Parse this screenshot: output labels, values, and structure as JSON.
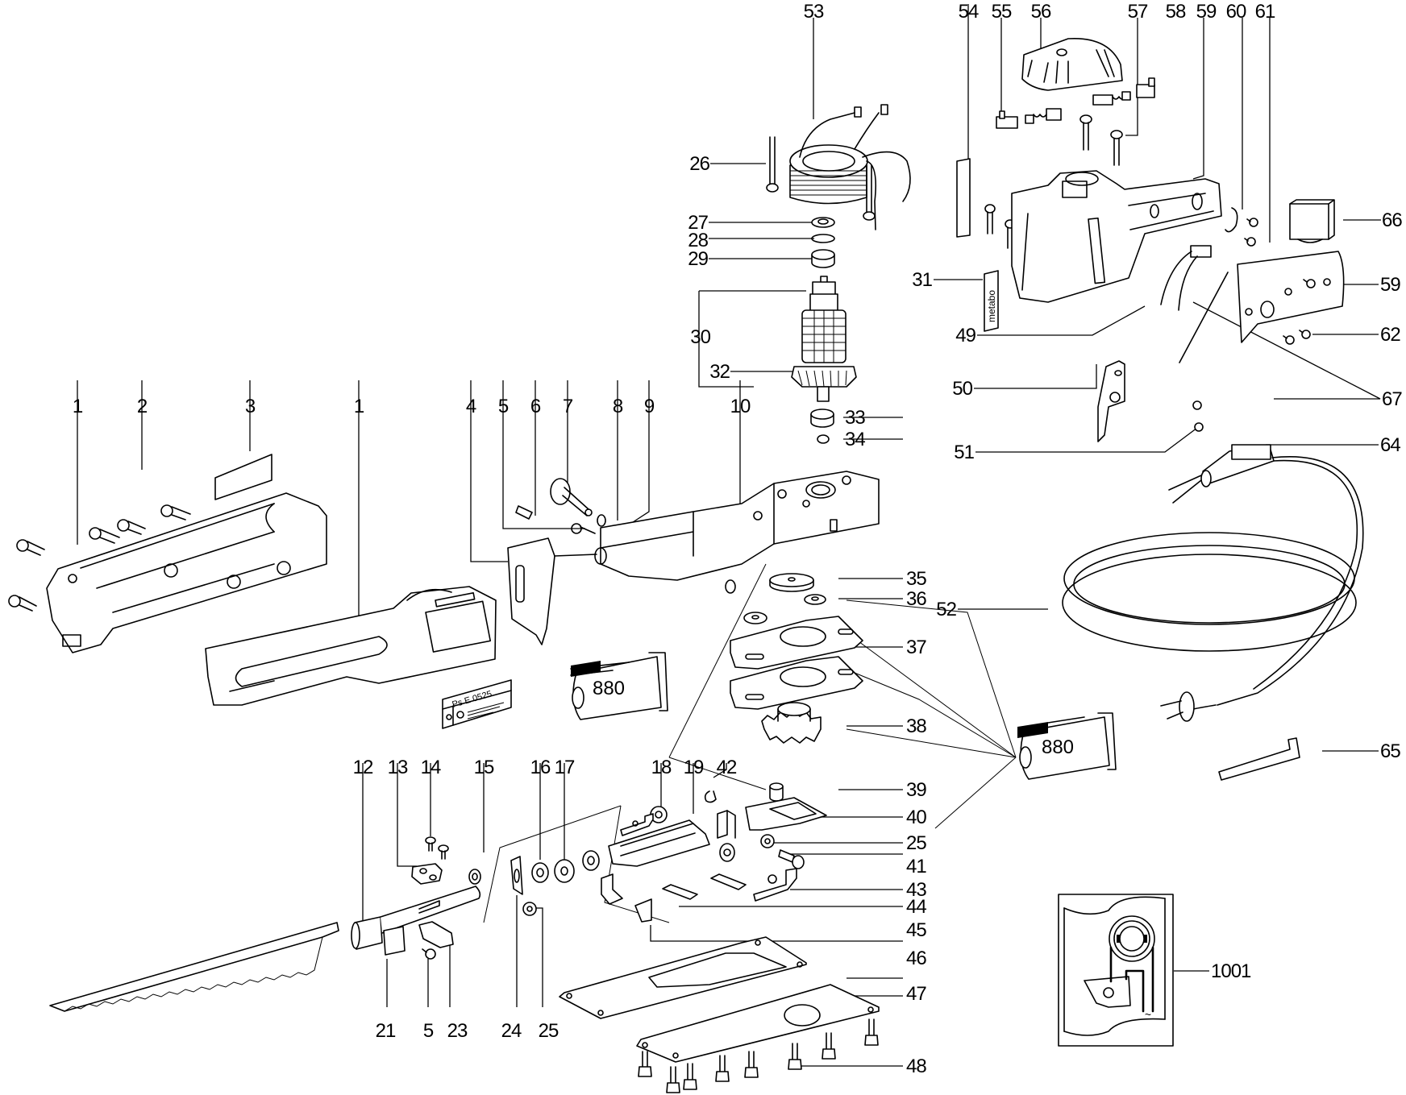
{
  "diagram": {
    "title": "Exploded parts diagram – reciprocating saw",
    "nameplate_text": "Ps E 0525",
    "brand_label_text": "metabo",
    "grease_tube_text": "880",
    "wiring_inset_symbol": "~",
    "parts": [
      {
        "id": "1",
        "name": "housing-shell"
      },
      {
        "id": "2",
        "name": "housing-screw"
      },
      {
        "id": "3",
        "name": "label"
      },
      {
        "id": "4",
        "name": "guide-plate"
      },
      {
        "id": "5",
        "name": "screw"
      },
      {
        "id": "6",
        "name": "pin"
      },
      {
        "id": "7",
        "name": "eccentric-shaft"
      },
      {
        "id": "8",
        "name": "washer"
      },
      {
        "id": "9",
        "name": "clip"
      },
      {
        "id": "10",
        "name": "gear-housing"
      },
      {
        "id": "12",
        "name": "plunger"
      },
      {
        "id": "13",
        "name": "blade-clamp-plate"
      },
      {
        "id": "14",
        "name": "screw"
      },
      {
        "id": "15",
        "name": "nameplate"
      },
      {
        "id": "16",
        "name": "bearing"
      },
      {
        "id": "17",
        "name": "bearing"
      },
      {
        "id": "18",
        "name": "washer"
      },
      {
        "id": "19",
        "name": "slider"
      },
      {
        "id": "21",
        "name": "clamp"
      },
      {
        "id": "23",
        "name": "clamp-jaw"
      },
      {
        "id": "24",
        "name": "seal"
      },
      {
        "id": "25",
        "name": "washer"
      },
      {
        "id": "26",
        "name": "field-screw"
      },
      {
        "id": "27",
        "name": "bearing-cap"
      },
      {
        "id": "28",
        "name": "spring-washer"
      },
      {
        "id": "29",
        "name": "bearing"
      },
      {
        "id": "30",
        "name": "armature-assembly"
      },
      {
        "id": "31",
        "name": "brand-label"
      },
      {
        "id": "32",
        "name": "fan"
      },
      {
        "id": "33",
        "name": "bearing"
      },
      {
        "id": "34",
        "name": "ring"
      },
      {
        "id": "35",
        "name": "disc"
      },
      {
        "id": "36",
        "name": "washer"
      },
      {
        "id": "37",
        "name": "plate"
      },
      {
        "id": "38",
        "name": "gear-wheel"
      },
      {
        "id": "39",
        "name": "bushing"
      },
      {
        "id": "40",
        "name": "rocker-plate"
      },
      {
        "id": "41",
        "name": "pin"
      },
      {
        "id": "42",
        "name": "retaining-clip"
      },
      {
        "id": "43",
        "name": "bracket"
      },
      {
        "id": "44",
        "name": "felt-strip"
      },
      {
        "id": "45",
        "name": "spring-bracket"
      },
      {
        "id": "46",
        "name": "gasket"
      },
      {
        "id": "47",
        "name": "base-plate"
      },
      {
        "id": "48",
        "name": "base-screw"
      },
      {
        "id": "49",
        "name": "cable-lead"
      },
      {
        "id": "50",
        "name": "switch"
      },
      {
        "id": "51",
        "name": "screw"
      },
      {
        "id": "52",
        "name": "power-cord"
      },
      {
        "id": "53",
        "name": "field-coil"
      },
      {
        "id": "54",
        "name": "strip"
      },
      {
        "id": "55",
        "name": "carbon-brush"
      },
      {
        "id": "56",
        "name": "motor-cover"
      },
      {
        "id": "57",
        "name": "carbon-brush"
      },
      {
        "id": "58",
        "name": "screw"
      },
      {
        "id": "59",
        "name": "handle-housing"
      },
      {
        "id": "60",
        "name": "cable-clamp"
      },
      {
        "id": "61",
        "name": "screw"
      },
      {
        "id": "62",
        "name": "screw"
      },
      {
        "id": "64",
        "name": "cord-sleeve"
      },
      {
        "id": "65",
        "name": "hex-key"
      },
      {
        "id": "66",
        "name": "suppressor-capacitor"
      },
      {
        "id": "67",
        "name": "wire"
      },
      {
        "id": "1001",
        "name": "wiring-diagram"
      }
    ],
    "labels": {
      "l1a": "1",
      "l2": "2",
      "l3": "3",
      "l1b": "1",
      "l4": "4",
      "l5a": "5",
      "l6": "6",
      "l7": "7",
      "l8": "8",
      "l9": "9",
      "l10": "10",
      "l12": "12",
      "l13": "13",
      "l14": "14",
      "l15": "15",
      "l16": "16",
      "l17": "17",
      "l18": "18",
      "l19": "19",
      "l42": "42",
      "l21": "21",
      "l5b": "5",
      "l23": "23",
      "l24": "24",
      "l25a": "25",
      "l26": "26",
      "l27": "27",
      "l28": "28",
      "l29": "29",
      "l30": "30",
      "l32": "32",
      "l33": "33",
      "l34": "34",
      "l35": "35",
      "l36": "36",
      "l37": "37",
      "l38": "38",
      "l39": "39",
      "l40": "40",
      "l25b": "25",
      "l41": "41",
      "l43": "43",
      "l44": "44",
      "l45": "45",
      "l46": "46",
      "l47": "47",
      "l48": "48",
      "l53": "53",
      "l54": "54",
      "l55": "55",
      "l56": "56",
      "l57": "57",
      "l58": "58",
      "l59a": "59",
      "l60": "60",
      "l61": "61",
      "l31": "31",
      "l49": "49",
      "l50": "50",
      "l51": "51",
      "l52": "52",
      "l59b": "59",
      "l62": "62",
      "l64": "64",
      "l65": "65",
      "l66": "66",
      "l67": "67",
      "l1001": "1001"
    }
  }
}
